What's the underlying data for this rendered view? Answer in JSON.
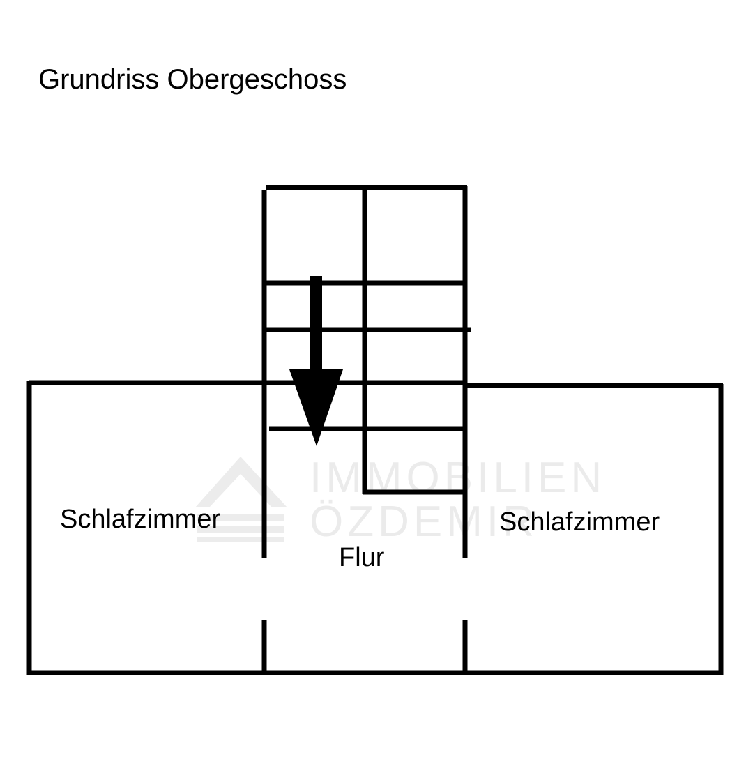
{
  "title": "Grundriss Obergeschoss",
  "rooms": {
    "left": "Schlafzimmer",
    "center": "Flur",
    "right": "Schlafzimmer"
  },
  "watermark": {
    "line1": "IMMOBILIEN",
    "line2": "ÖZDEMIR"
  },
  "colors": {
    "line": "#000000",
    "watermark": "#ebebeb",
    "background": "#ffffff"
  },
  "icons": {
    "stair_direction": "arrow-down-icon",
    "watermark_logo": "house-roof-icon"
  }
}
